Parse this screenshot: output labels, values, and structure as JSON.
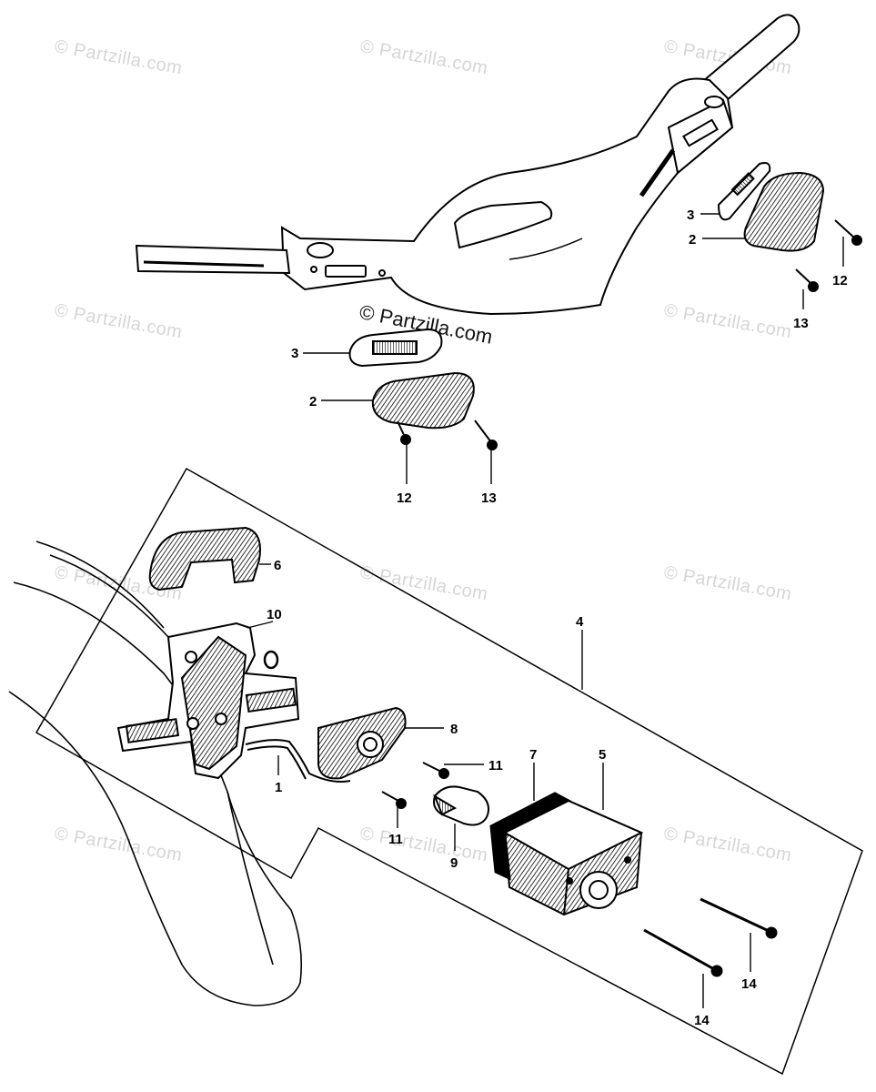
{
  "watermark_text": "© Partzilla.com",
  "copyright_text": "© Partzilla.com",
  "callouts": {
    "c1": "1",
    "c2a": "2",
    "c2b": "2",
    "c3a": "3",
    "c3b": "3",
    "c4": "4",
    "c5": "5",
    "c6": "6",
    "c7": "7",
    "c8": "8",
    "c9": "9",
    "c10": "10",
    "c11a": "11",
    "c11b": "11",
    "c12a": "12",
    "c12b": "12",
    "c13a": "13",
    "c13b": "13",
    "c14a": "14",
    "c14b": "14"
  }
}
